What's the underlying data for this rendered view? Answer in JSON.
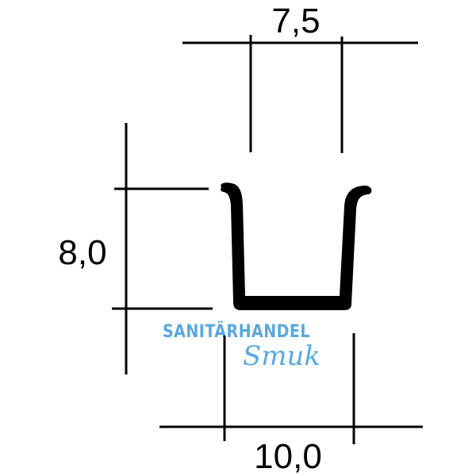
{
  "drawing": {
    "type": "technical-cross-section",
    "profile": "U-profile",
    "colors": {
      "line": "#000000",
      "profile": "#000000",
      "background": "#ffffff",
      "watermark": "#5aa8de"
    },
    "dimensions": {
      "inner_width": {
        "label": "7,5"
      },
      "height": {
        "label": "8,0"
      },
      "outer_width": {
        "label": "10,0"
      }
    }
  },
  "watermark": {
    "line1": "SANITÄRHANDEL",
    "line2": "Smuk"
  }
}
